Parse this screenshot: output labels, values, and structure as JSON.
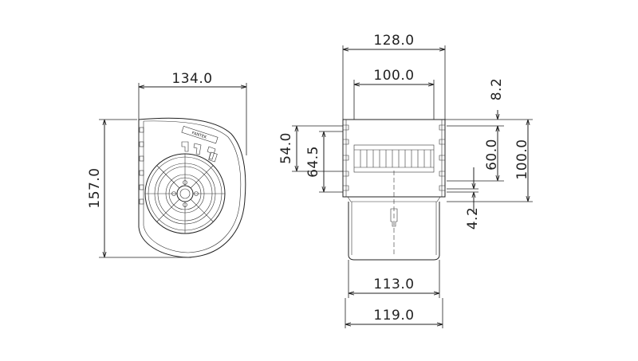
{
  "side_view": {
    "width_label": "134.0",
    "height_label": "157.0",
    "name_plate_text": "FANTEK"
  },
  "front_view": {
    "top_width_label": "128.0",
    "inner_width_label": "100.0",
    "top_offset_label": "8.2",
    "left_height_a_label": "54.0",
    "left_height_b_label": "64.5",
    "right_height_a_label": "60.0",
    "right_height_b_label": "100.0",
    "bottom_offset_label": "4.2",
    "bottom_width_a_label": "113.0",
    "bottom_width_b_label": "119.0"
  },
  "colors": {
    "line": "#222222",
    "background": "#ffffff"
  }
}
